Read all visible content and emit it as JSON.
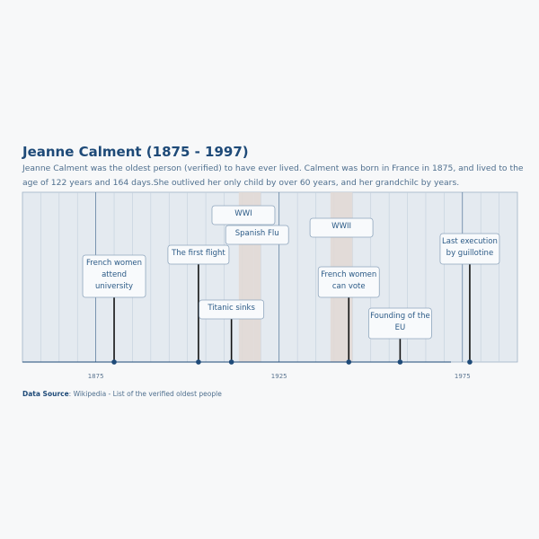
{
  "title": "Jeanne Calment (1875 - 1997)",
  "subtitle": "Jeanne Calment was the oldest person (verified) to have ever lived. Calment was born in France in 1875, and lived to the age of 122 years and 164 days.She outlived her only child by over 60 years, and her grandchilc by years.",
  "source_label": "Data Source",
  "source_text": ": Wikipedia - List of the verified oldest people",
  "colors": {
    "background": "#e4eaf0",
    "grid": "#c2cfdc",
    "accent": "#1e4a78",
    "period_band": "#e2d8d4",
    "axis_line": "#1e4a78"
  },
  "chart_data": {
    "type": "timeline",
    "xlim": [
      1855,
      1990
    ],
    "ticks": [
      1875,
      1925,
      1975
    ],
    "events": [
      {
        "label": "French women attend university",
        "year": 1880
      },
      {
        "label": "The first flight",
        "year": 1903
      },
      {
        "label": "Titanic sinks",
        "year": 1912
      },
      {
        "label": "French women can vote",
        "year": 1944
      },
      {
        "label": "Founding of the EU",
        "year": 1958
      },
      {
        "label": "Last execution by guillotine",
        "year": 1977
      }
    ],
    "periods": [
      {
        "label": "WWI",
        "start": 1914,
        "end": 1918
      },
      {
        "label": "Spanish Flu",
        "start": 1918,
        "end": 1920
      },
      {
        "label": "WWII",
        "start": 1939,
        "end": 1945
      }
    ]
  }
}
